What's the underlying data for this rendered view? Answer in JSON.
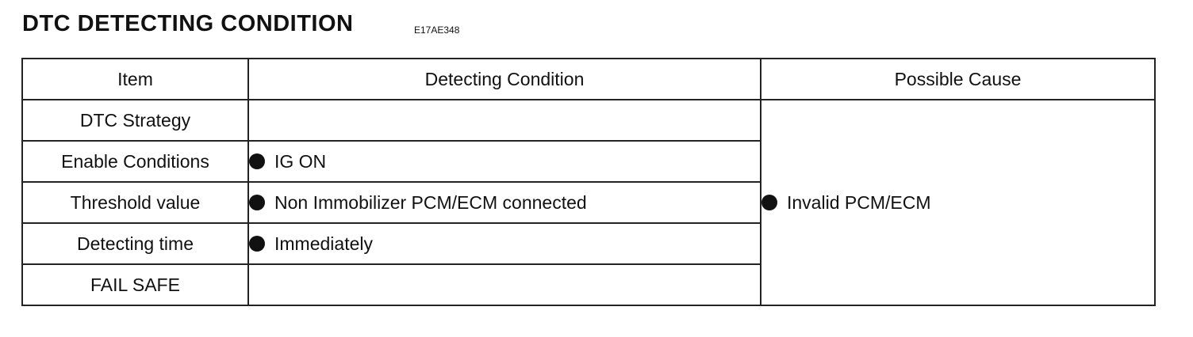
{
  "header": {
    "title": "DTC DETECTING CONDITION",
    "code": "E17AE348"
  },
  "table": {
    "columns": [
      "Item",
      "Detecting Condition",
      "Possible Cause"
    ],
    "rows": [
      {
        "item": "DTC Strategy",
        "condition": ""
      },
      {
        "item": "Enable Conditions",
        "condition": "IG ON"
      },
      {
        "item": "Threshold value",
        "condition": "Non Immobilizer PCM/ECM connected"
      },
      {
        "item": "Detecting time",
        "condition": "Immediately"
      },
      {
        "item": "FAIL SAFE",
        "condition": ""
      }
    ],
    "possible_cause": "Invalid PCM/ECM",
    "bullet_icon": "filled-circle"
  }
}
